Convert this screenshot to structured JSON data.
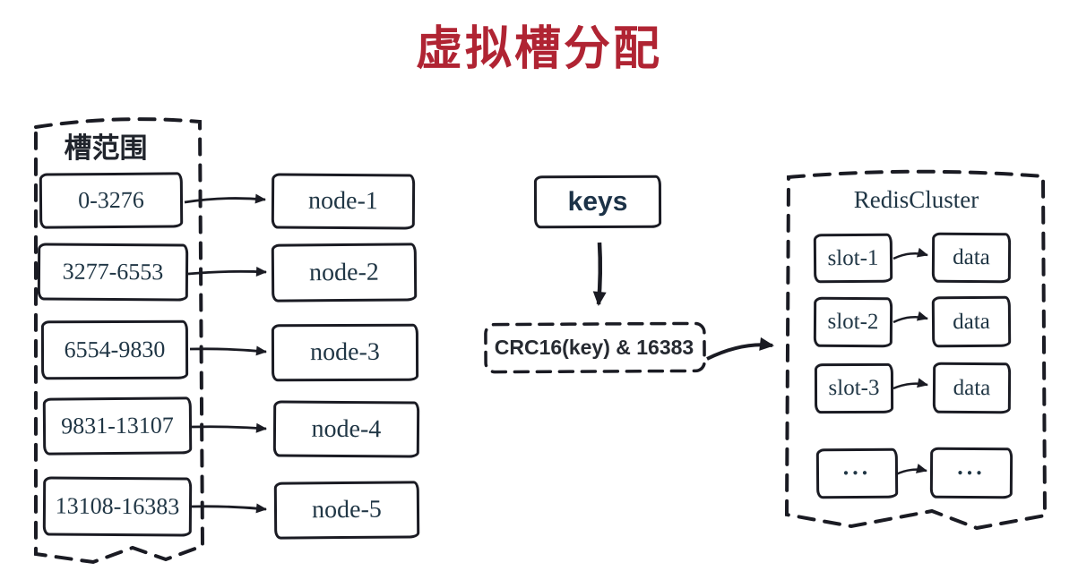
{
  "title": "虚拟槽分配",
  "colors": {
    "title_red": "#b02433",
    "ink": "#1a1b23",
    "text_navy": "#203645"
  },
  "slot_ranges": {
    "label": "槽范围",
    "items": [
      "0-3276",
      "3277-6553",
      "6554-9830",
      "9831-13107",
      "13108-16383"
    ]
  },
  "nodes": [
    "node-1",
    "node-2",
    "node-3",
    "node-4",
    "node-5"
  ],
  "keys_box": {
    "label": "keys"
  },
  "hash_box": {
    "label": "CRC16(key) & 16383"
  },
  "cluster": {
    "label": "RedisCluster",
    "rows": [
      {
        "slot": "slot-1",
        "value": "data"
      },
      {
        "slot": "slot-2",
        "value": "data"
      },
      {
        "slot": "slot-3",
        "value": "data"
      },
      {
        "slot": "...",
        "value": "..."
      }
    ]
  }
}
